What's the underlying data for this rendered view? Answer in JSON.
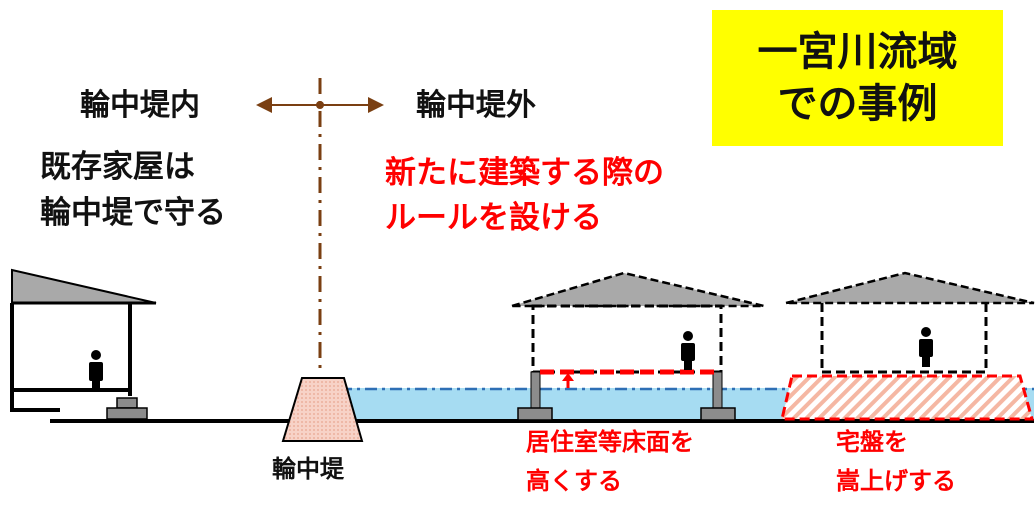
{
  "title_box": {
    "line1": "一宮川流域",
    "line2": "での事例"
  },
  "direction": {
    "inside": "輪中堤内",
    "outside": "輪中堤外"
  },
  "inside_note": {
    "line1": "既存家屋は",
    "line2": "輪中堤で守る"
  },
  "outside_note": {
    "line1": "新たに建築する際の",
    "line2": "ルールを設ける"
  },
  "levee_label": "輪中堤",
  "measure_raise_floor": {
    "line1": "居住室等床面を",
    "line2": "高くする"
  },
  "measure_raise_ground": {
    "line1": "宅盤を",
    "line2": "嵩上げする"
  },
  "colors": {
    "highlight": "#ffff00",
    "rule_text": "#ff0000",
    "water": "#a6dcf2",
    "water_line": "#2e6fb5",
    "axis_line": "#7a3f12",
    "levee_fill": "#f7d2c7",
    "roof": "#a9a9a9"
  }
}
